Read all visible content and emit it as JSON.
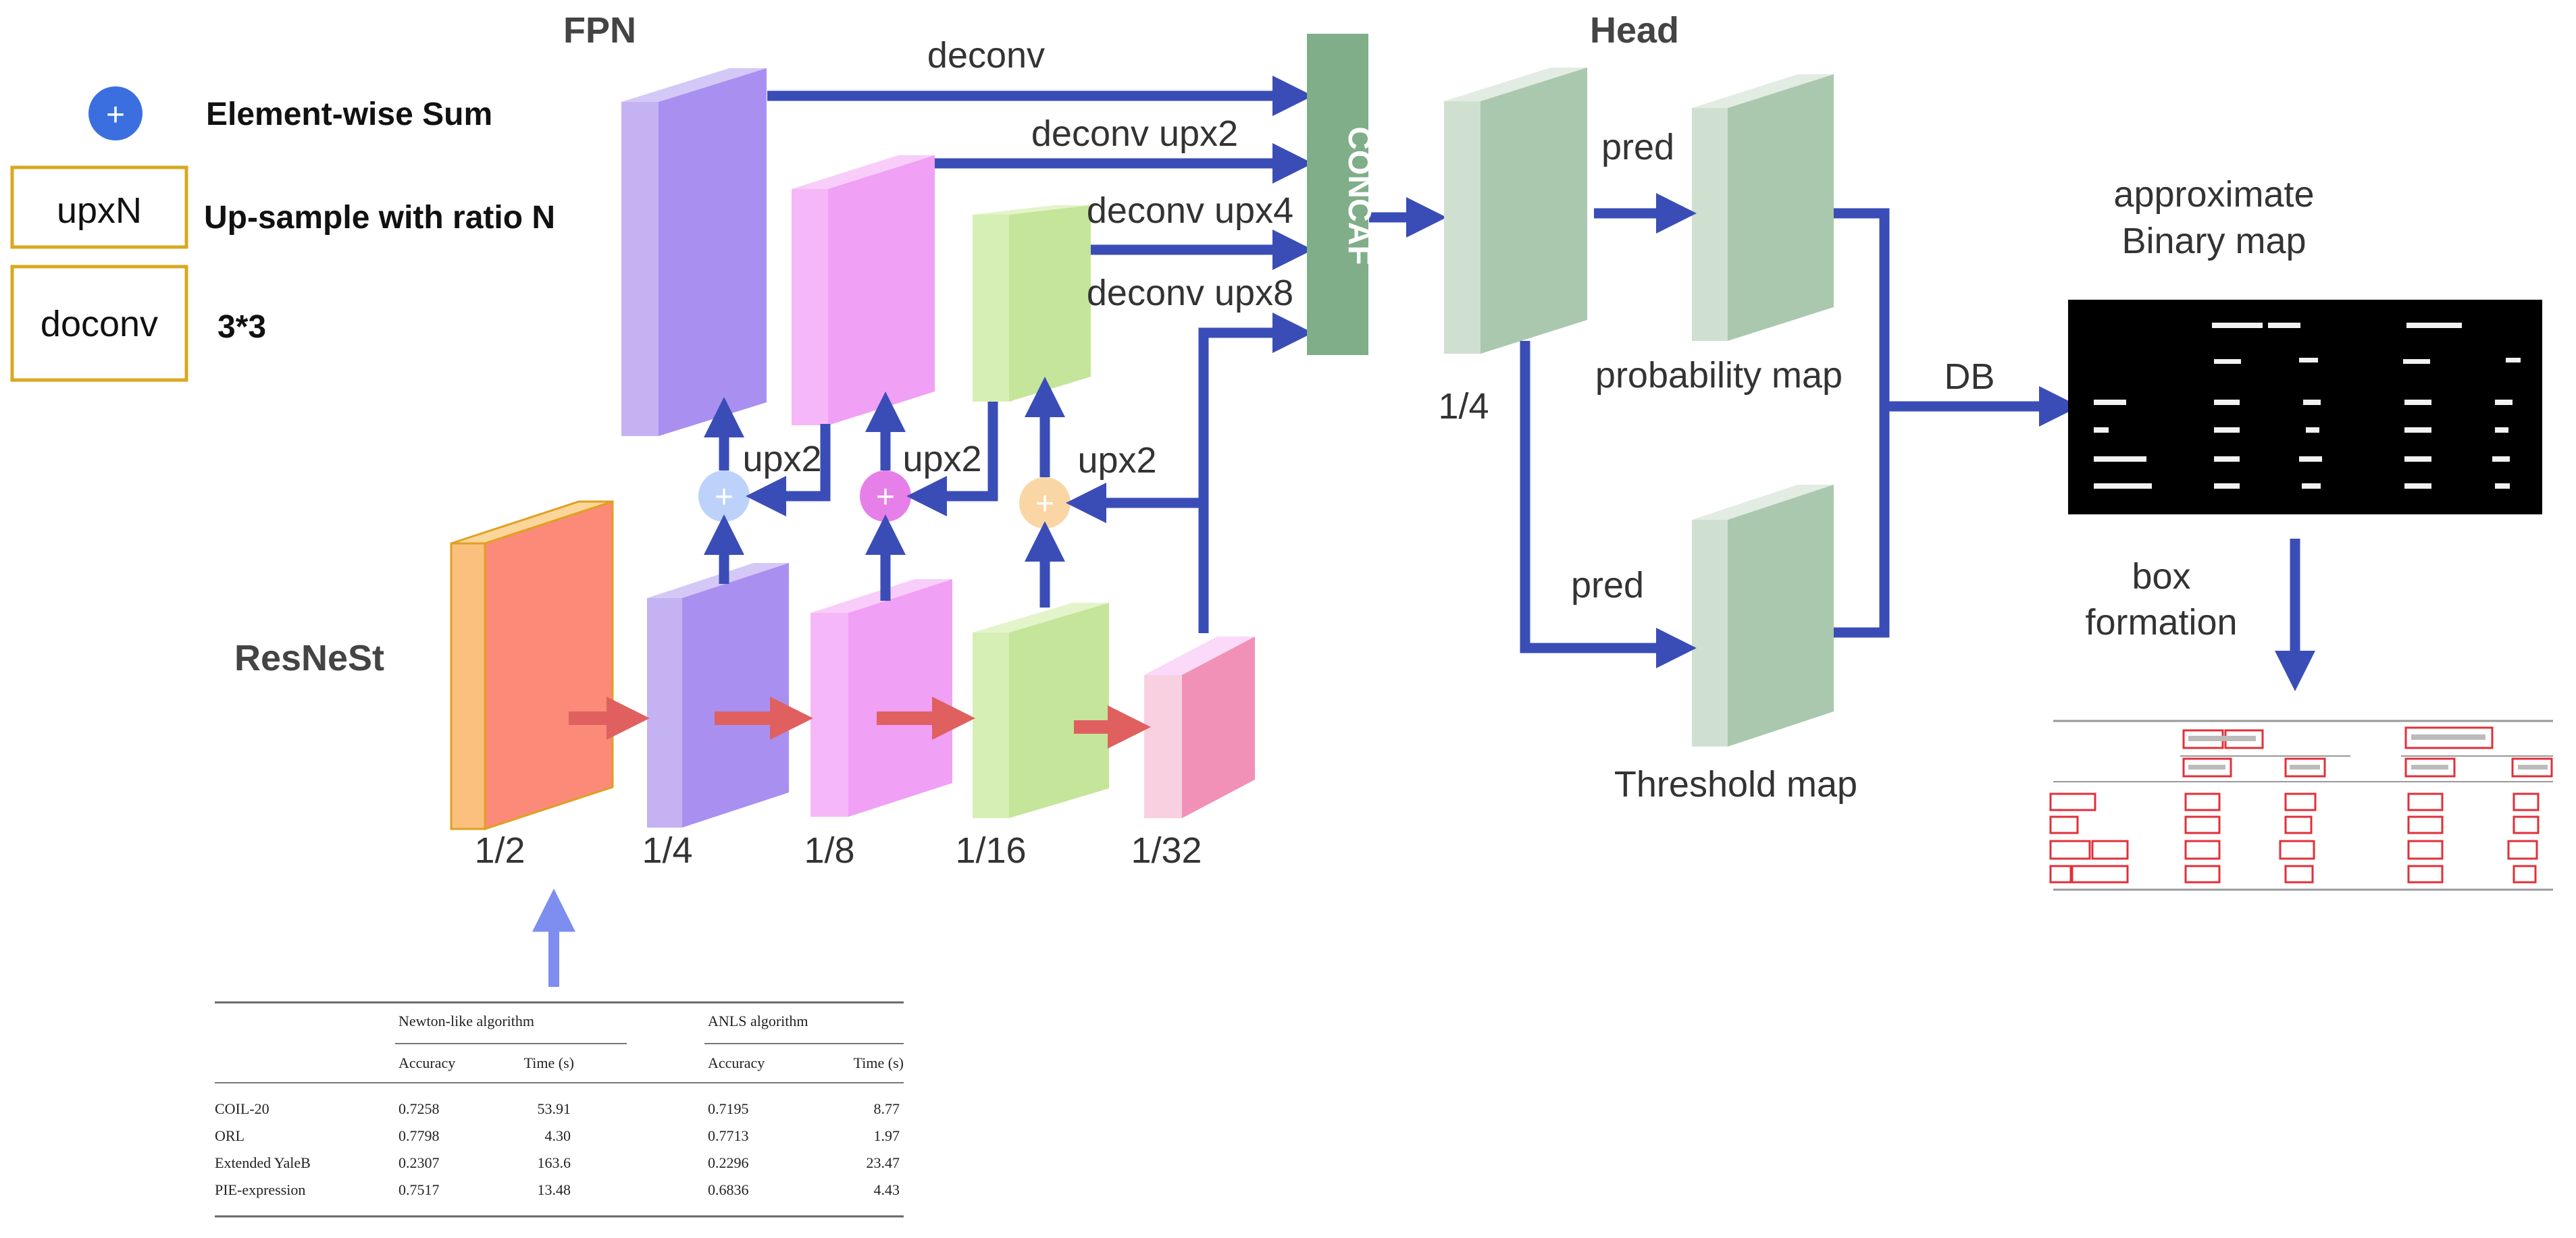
{
  "colors": {
    "arrow_blue": "#3a4db7",
    "arrow_red": "#e06060",
    "concat_green": "#7fae88",
    "head_green": "#aac8ae",
    "purple": "#a98ff0",
    "pink": "#f0a0f5",
    "lightgreen": "#c5e59a",
    "salmon": "#fb8a78",
    "rose": "#f191b8"
  },
  "legend": {
    "sum_symbol": "+",
    "sum_label": "Element-wise Sum",
    "upxn_box": "upxN",
    "upxn_label": "Up-sample with ratio N",
    "doconv_box": "doconv",
    "doconv_label": "3*3"
  },
  "titles": {
    "fpn": "FPN",
    "head": "Head",
    "backbone": "ResNeSt"
  },
  "fpn_labels": {
    "deconv": "deconv",
    "deconv_up2": "deconv upx2",
    "deconv_up4": "deconv upx4",
    "deconv_up8": "deconv upx8",
    "concat": "CONCAF",
    "up_a": "upx2",
    "up_b": "upx2",
    "up_c": "upx2",
    "plus": "+"
  },
  "scales": {
    "s2": "1/2",
    "s4": "1/4",
    "s8": "1/8",
    "s16": "1/16",
    "s32": "1/32",
    "head_scale": "1/4"
  },
  "head_labels": {
    "pred_top": "pred",
    "pred_bottom": "pred",
    "prob_map": "probability map",
    "threshold_map": "Threshold map",
    "db": "DB",
    "approx_line1": "approximate",
    "approx_line2": "Binary map",
    "box_line1": "box",
    "box_line2": "formation"
  },
  "input_table": {
    "group1": "Newton-like algorithm",
    "group2": "ANLS algorithm",
    "sub_headers": [
      "Accuracy",
      "Time (s)",
      "Accuracy",
      "Time (s)"
    ],
    "rows": [
      {
        "name": "COIL-20",
        "a1": "0.7258",
        "t1": "53.91",
        "a2": "0.7195",
        "t2": "8.77"
      },
      {
        "name": "ORL",
        "a1": "0.7798",
        "t1": "4.30",
        "a2": "0.7713",
        "t2": "1.97"
      },
      {
        "name": "Extended YaleB",
        "a1": "0.2307",
        "t1": "163.6",
        "a2": "0.2296",
        "t2": "23.47"
      },
      {
        "name": "PIE-expression",
        "a1": "0.7517",
        "t1": "13.48",
        "a2": "0.6836",
        "t2": "4.43"
      }
    ]
  }
}
